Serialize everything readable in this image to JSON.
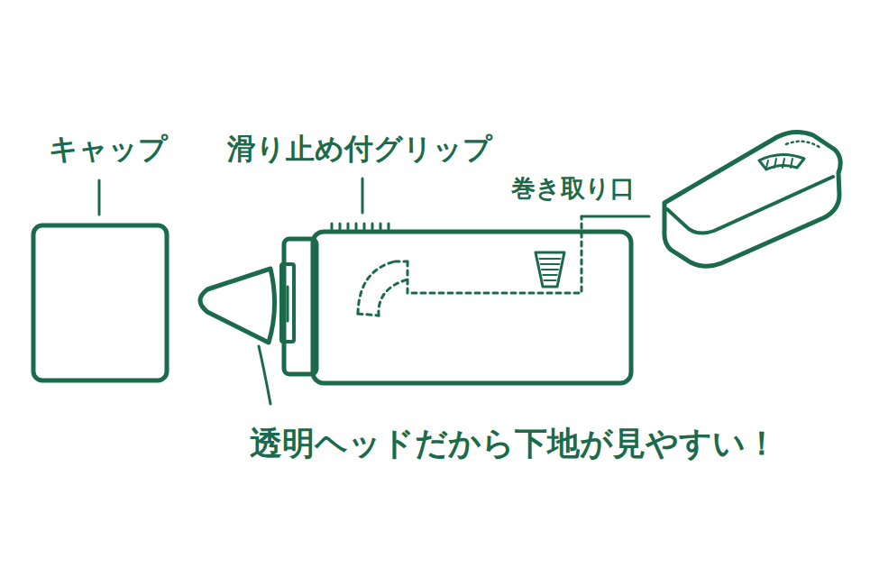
{
  "diagram": {
    "labels": [
      "キャップ",
      "滑り止め付グリップ",
      "巻き取り口",
      "透明ヘッドだから下地が見やすい！"
    ]
  }
}
